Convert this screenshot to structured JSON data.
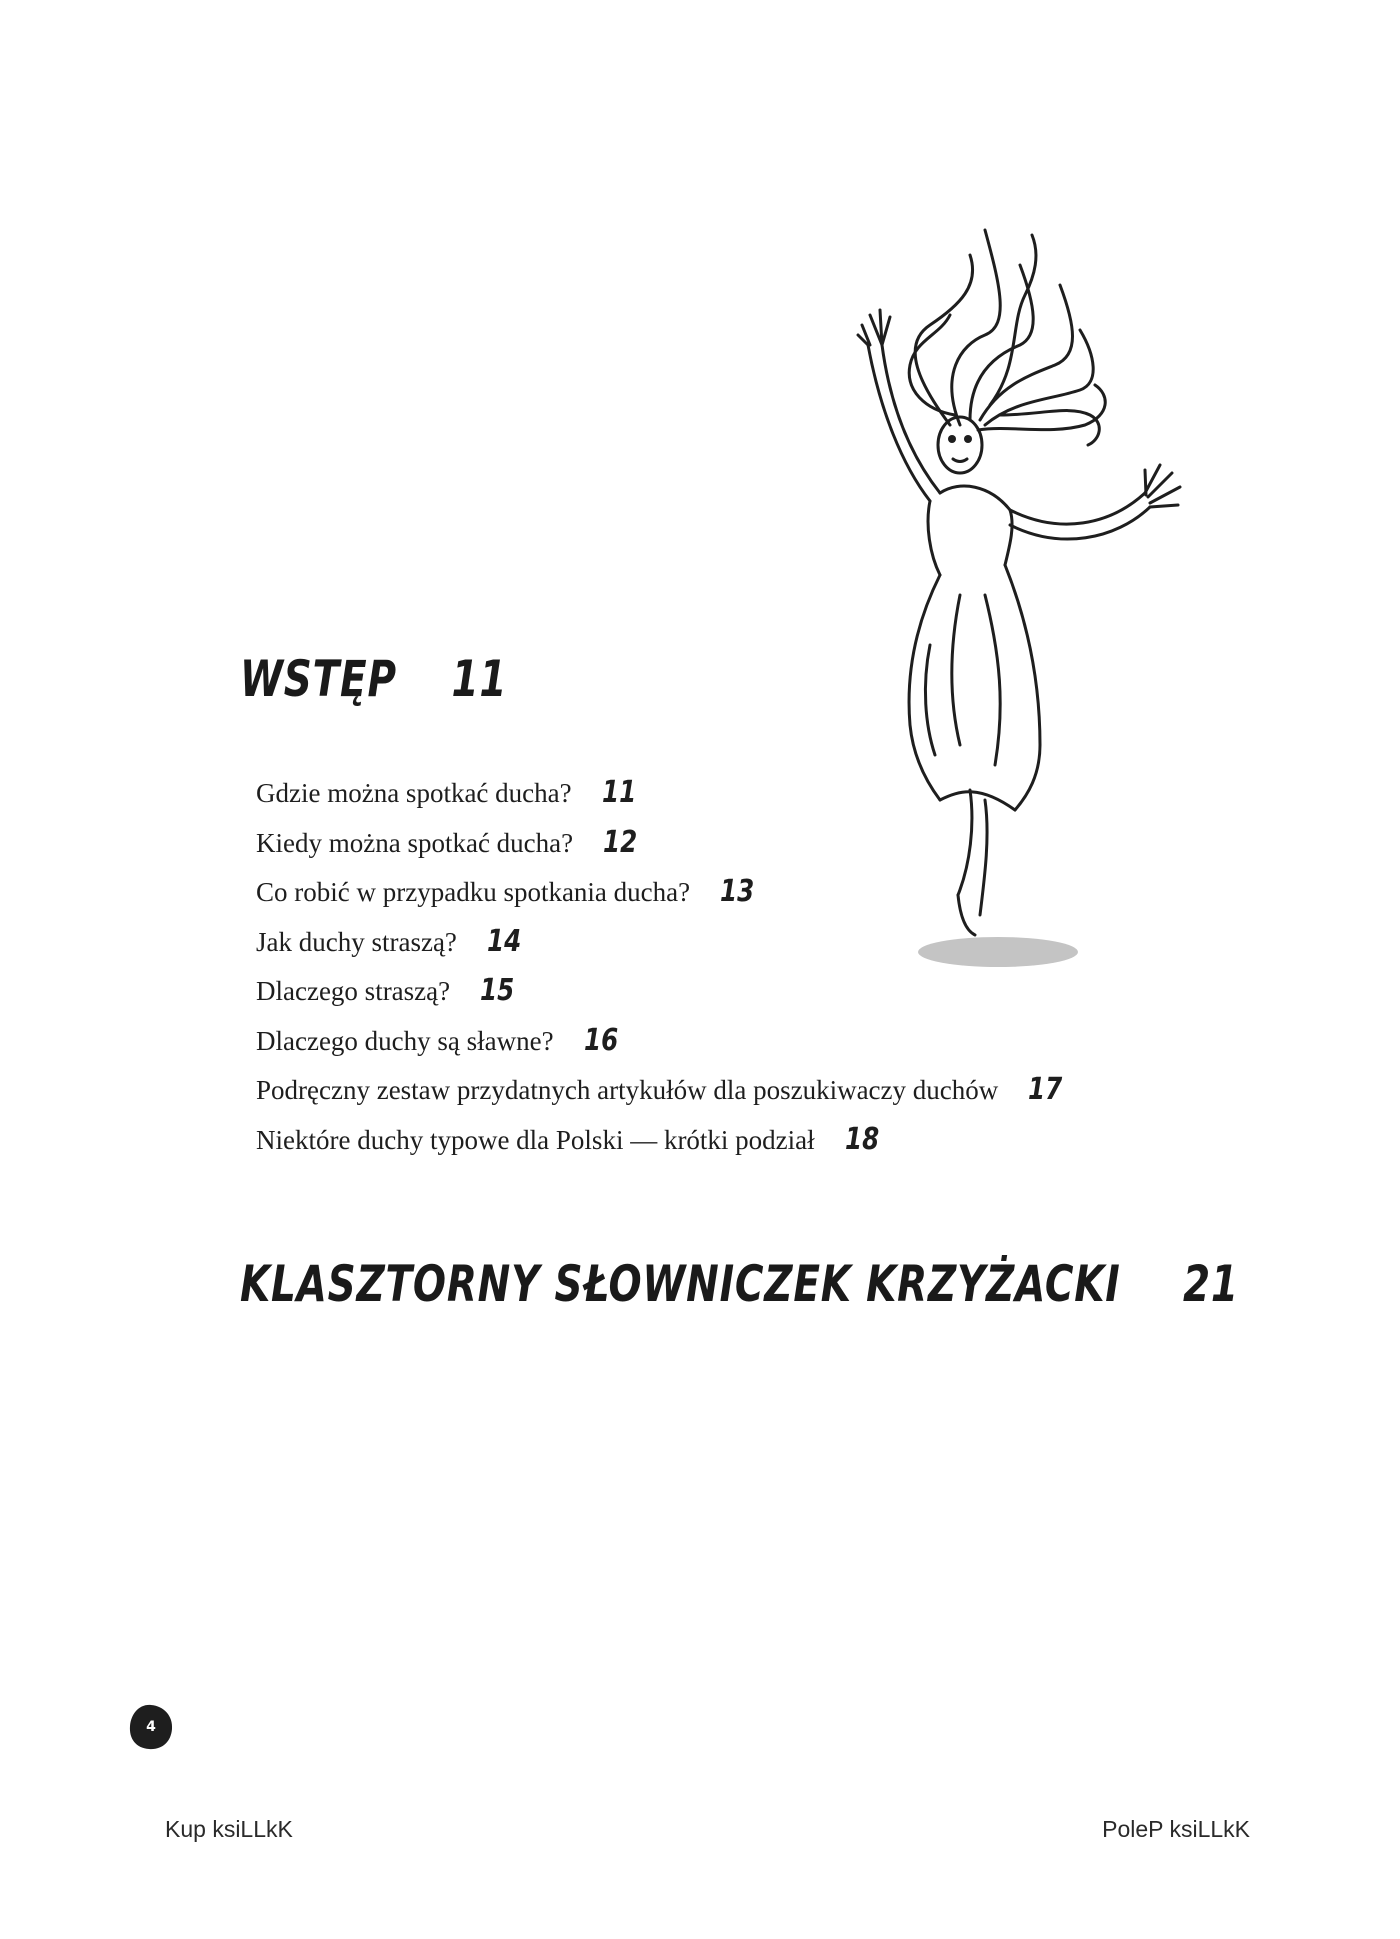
{
  "sections": [
    {
      "title": "WSTĘP",
      "page": "11"
    },
    {
      "title": "KLASZTORNY SŁOWNICZEK KRZYŻACKI",
      "page": "21"
    }
  ],
  "toc": [
    {
      "title": "Gdzie można spotkać ducha?",
      "page": "11"
    },
    {
      "title": "Kiedy można spotkać ducha?",
      "page": "12"
    },
    {
      "title": "Co robić w przypadku spotkania ducha?",
      "page": "13"
    },
    {
      "title": "Jak duchy straszą?",
      "page": "14"
    },
    {
      "title": "Dlaczego straszą?",
      "page": "15"
    },
    {
      "title": "Dlaczego duchy są sławne?",
      "page": "16"
    },
    {
      "title": "Podręczny zestaw przydatnych artykułów dla poszukiwaczy duchów",
      "page": "17"
    },
    {
      "title": "Niektóre duchy typowe dla Polski — krótki podział",
      "page": "18"
    }
  ],
  "page_number": "4",
  "footer": {
    "left": "Kup ksiLLkK",
    "right": "PoleP ksiLLkK"
  },
  "illustration": {
    "icon": "ghost-woman-illustration"
  }
}
